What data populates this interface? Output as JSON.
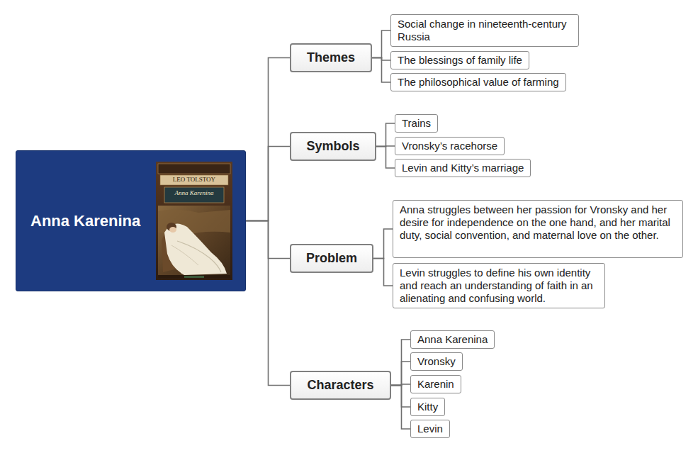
{
  "diagram": {
    "nodes": [
      {
        "text": [
          "Anna Karenina"
        ]
      },
      {
        "text": [
          "Themes"
        ]
      },
      {
        "text": [
          "Social change in nineteenth-century Russia"
        ]
      },
      {
        "text": [
          "The blessings of family life"
        ]
      },
      {
        "text": [
          "The philosophical value of farming"
        ]
      },
      {
        "text": [
          "Symbols"
        ]
      },
      {
        "text": [
          "Trains"
        ]
      },
      {
        "text": [
          "Vronsky’s racehorse"
        ]
      },
      {
        "text": [
          "Levin and Kitty’s marriage"
        ]
      },
      {
        "text": [
          "Problem"
        ]
      },
      {
        "text": [
          "Anna struggles between her passion for Vronsky and her desire for independence on the one hand, and her marital duty, social convention, and maternal love on the other."
        ]
      },
      {
        "text": [
          "Levin struggles to define his own identity and reach an understanding of faith in an alienating and confusing world."
        ]
      },
      {
        "text": [
          "Characters"
        ]
      },
      {
        "text": [
          "Anna Karenina"
        ]
      },
      {
        "text": [
          "Vronsky"
        ]
      },
      {
        "text": [
          "Karenin"
        ]
      },
      {
        "text": [
          "Kitty"
        ]
      },
      {
        "text": [
          "Levin"
        ]
      }
    ],
    "edges": [
      {
        "from": 0,
        "to": 1,
        "arrow": "none"
      },
      {
        "from": 0,
        "to": 5,
        "arrow": "none"
      },
      {
        "from": 0,
        "to": 9,
        "arrow": "none"
      },
      {
        "from": 0,
        "to": 12,
        "arrow": "none"
      },
      {
        "from": 1,
        "to": 2,
        "arrow": "none"
      },
      {
        "from": 1,
        "to": 3,
        "arrow": "none"
      },
      {
        "from": 1,
        "to": 4,
        "arrow": "none"
      },
      {
        "from": 5,
        "to": 6,
        "arrow": "none"
      },
      {
        "from": 5,
        "to": 7,
        "arrow": "none"
      },
      {
        "from": 5,
        "to": 8,
        "arrow": "none"
      },
      {
        "from": 9,
        "to": 10,
        "arrow": "none"
      },
      {
        "from": 9,
        "to": 11,
        "arrow": "none"
      },
      {
        "from": 12,
        "to": 13,
        "arrow": "none"
      },
      {
        "from": 12,
        "to": 14,
        "arrow": "none"
      },
      {
        "from": 12,
        "to": 15,
        "arrow": "none"
      },
      {
        "from": 12,
        "to": 16,
        "arrow": "none"
      },
      {
        "from": 12,
        "to": 17,
        "arrow": "none"
      }
    ],
    "labels": [
      "LEO TOLSTOY",
      "Anna Karenina"
    ]
  }
}
